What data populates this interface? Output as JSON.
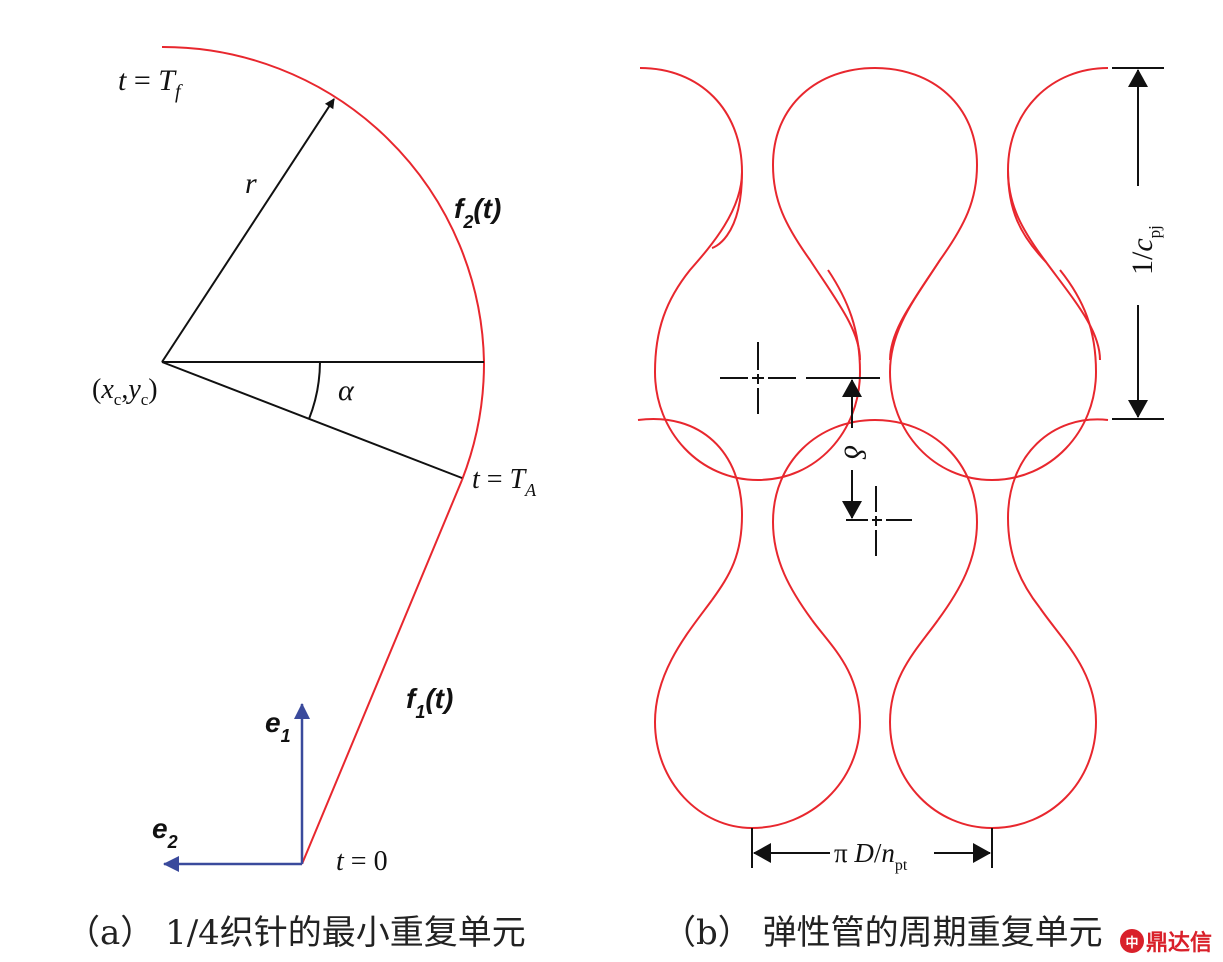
{
  "panel_a": {
    "caption": "（a） 1/4织针的最小重复单元",
    "label_t_tf": {
      "var": "t",
      "eq": " = ",
      "T": "T",
      "sub": "f"
    },
    "label_r": "r",
    "label_f2": {
      "f": "f",
      "sub": "2",
      "arg": "(t)"
    },
    "label_center": {
      "open": "(",
      "x": "x",
      "xsub": "c",
      "comma": ",",
      "y": "y",
      "ysub": "c",
      "close": ")"
    },
    "label_alpha": "α",
    "label_t_ta": {
      "var": "t",
      "eq": " = ",
      "T": "T",
      "sub": "A"
    },
    "label_f1": {
      "f": "f",
      "sub": "1",
      "arg": "(t)"
    },
    "label_e1": {
      "e": "e",
      "sub": "1"
    },
    "label_e2": {
      "e": "e",
      "sub": "2"
    },
    "label_t0": {
      "var": "t",
      "eq": " = ",
      "val": "0"
    }
  },
  "panel_b": {
    "caption": "（b） 弹性管的周期重复单元",
    "label_period": {
      "main": "1/",
      "c": "c",
      "sub": "pj"
    },
    "label_delta": "δ",
    "label_width": {
      "pi": "π ",
      "D": "D",
      "slash": "/",
      "n": "n",
      "sub": "pt"
    }
  },
  "colors": {
    "curve": "#e8272e",
    "axis_arrows": "#3a4a9c",
    "lines": "#111111"
  },
  "watermark": {
    "badge": "中",
    "text": "鼎达信"
  }
}
